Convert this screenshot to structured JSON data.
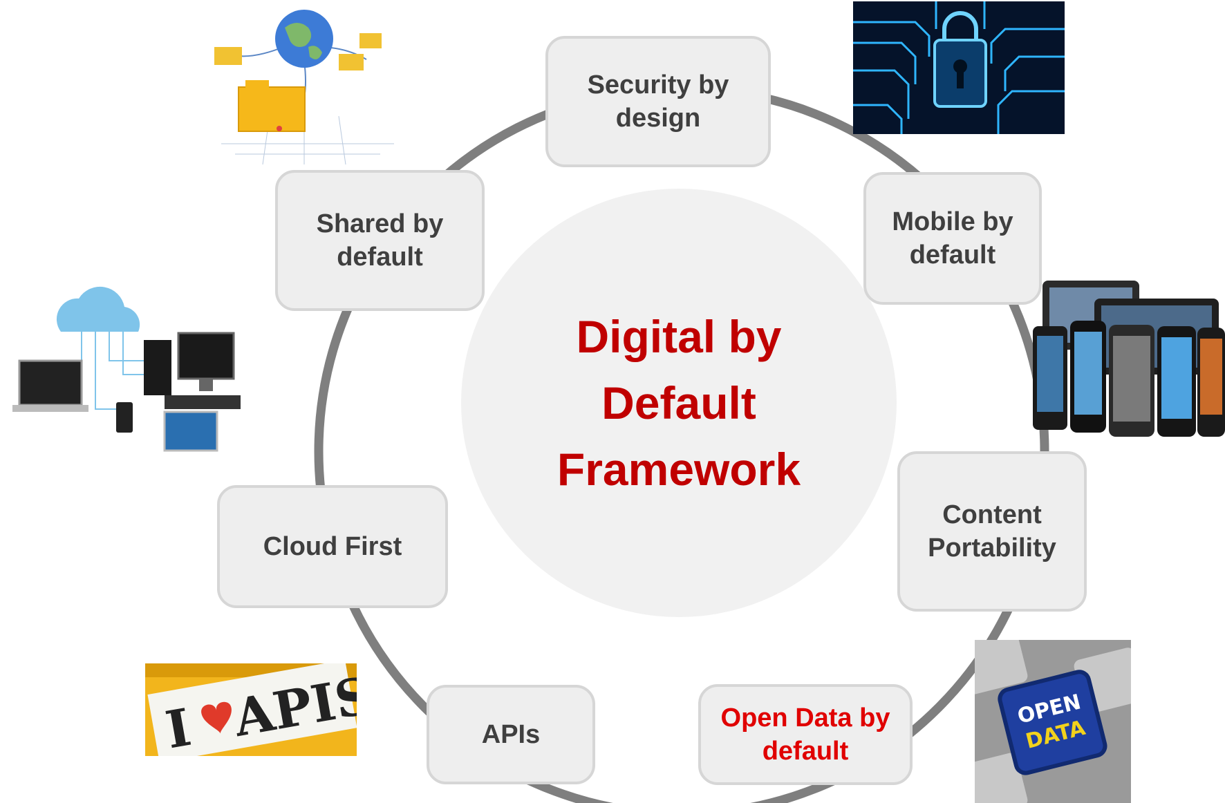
{
  "center": {
    "title": "Digital by\nDefault\nFramework"
  },
  "nodes": {
    "security": "Security by\ndesign",
    "mobile": "Mobile by\ndefault",
    "content": "Content\nPortability",
    "open_data": "Open Data by\ndefault",
    "apis": "APIs",
    "cloud": "Cloud First",
    "shared": "Shared by\ndefault"
  },
  "images": {
    "apis_sign": {
      "text_left": "I",
      "text_right": "APIS"
    },
    "open_data_key": {
      "line1": "OPEN",
      "line2": "DATA"
    }
  },
  "colors": {
    "center_text": "#c00000",
    "node_text": "#3f3f3f",
    "highlight_text": "#e00000",
    "ring": "#7f7f7f",
    "node_fill": "#eeeeee",
    "node_border": "#d6d6d6"
  }
}
